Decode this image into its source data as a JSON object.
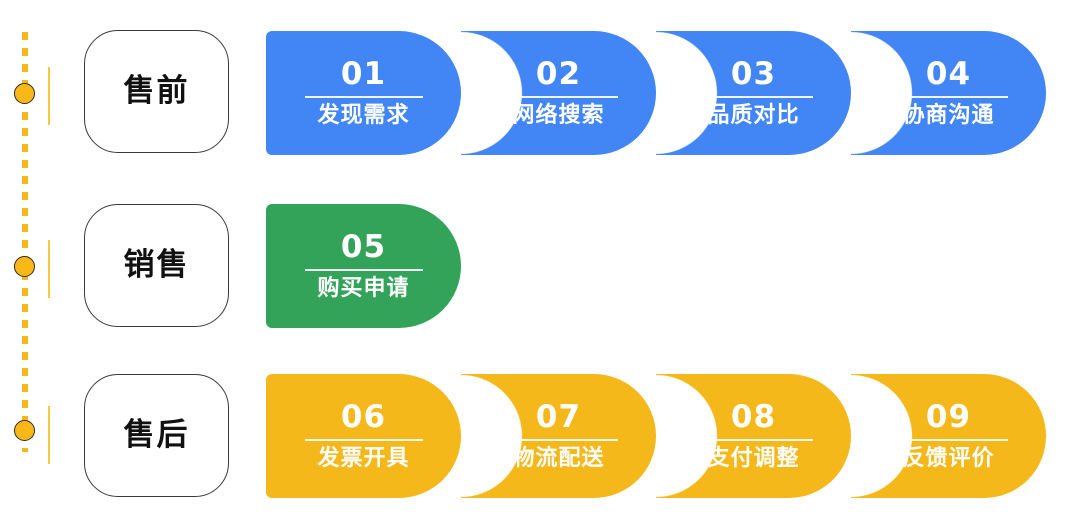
{
  "colors": {
    "presale": "#4285F4",
    "sale": "#34A35A",
    "aftersale": "#F5B81A",
    "node": "#FAB818",
    "node_border": "#2b2b2b",
    "tick": "#F9C93C",
    "box_border": "#3a3a3a",
    "text_on_fill": "#FFFFFF",
    "box_text": "#111111",
    "background": "#FFFFFF"
  },
  "rows": [
    {
      "stage_label": "售前",
      "color_key": "presale",
      "steps": [
        {
          "num": "01",
          "label": "发现需求"
        },
        {
          "num": "02",
          "label": "网络搜索"
        },
        {
          "num": "03",
          "label": "品质对比"
        },
        {
          "num": "04",
          "label": "协商沟通"
        }
      ]
    },
    {
      "stage_label": "销售",
      "color_key": "sale",
      "steps": [
        {
          "num": "05",
          "label": "购买申请"
        }
      ]
    },
    {
      "stage_label": "售后",
      "color_key": "aftersale",
      "steps": [
        {
          "num": "06",
          "label": "发票开具"
        },
        {
          "num": "07",
          "label": "物流配送"
        },
        {
          "num": "08",
          "label": "支付调整"
        },
        {
          "num": "09",
          "label": "反馈评价"
        }
      ]
    }
  ]
}
